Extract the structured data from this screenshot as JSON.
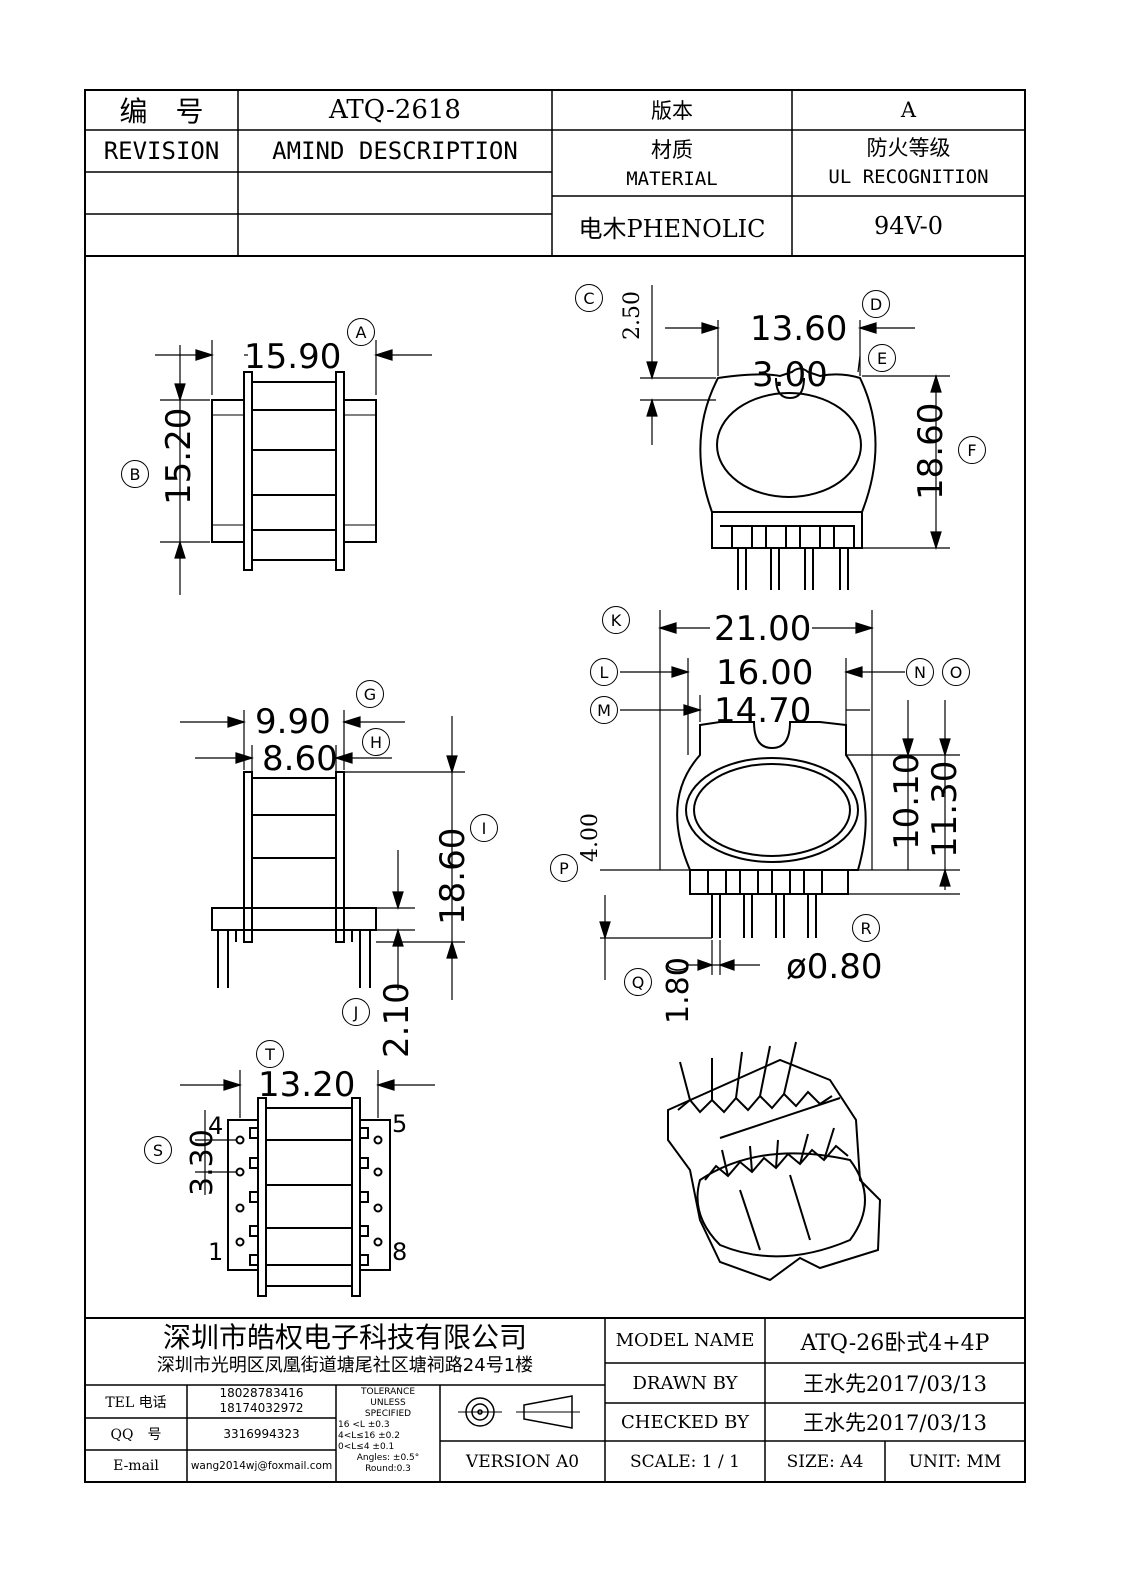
{
  "header": {
    "number_label": "编　号",
    "number_value": "ATQ-2618",
    "version_label": "版本",
    "version_value": "A",
    "revision_label": "REVISION",
    "amind_label": "AMIND DESCRIPTION",
    "material_cn": "材质",
    "material_en": "MATERIAL",
    "ul_cn": "防火等级",
    "ul_en": "UL RECOGNITION",
    "material_value": "电木PHENOLIC",
    "ul_value": "94V-0"
  },
  "dimensions": {
    "A": "15.90",
    "B": "15.20",
    "C": "2.50",
    "D": "13.60",
    "E": "3.00",
    "F": "18.60",
    "G": "9.90",
    "H": "8.60",
    "I": "18.60",
    "J": "2.10",
    "K": "21.00",
    "L": "16.00",
    "M": "14.70",
    "N_O_1": "10.10",
    "N_O_2": "11.30",
    "P": "4.00",
    "Q": "1.80",
    "R": "ø0.80",
    "S": "3.30",
    "T": "13.20"
  },
  "bubbles": [
    "A",
    "B",
    "C",
    "D",
    "E",
    "F",
    "G",
    "H",
    "I",
    "J",
    "K",
    "L",
    "M",
    "N",
    "O",
    "P",
    "Q",
    "R",
    "S",
    "T"
  ],
  "pins": {
    "p1": "1",
    "p4": "4",
    "p5": "5",
    "p8": "8"
  },
  "footer": {
    "company_name": "深圳市皓权电子科技有限公司",
    "company_address": "深圳市光明区凤凰街道塘尾社区塘祠路24号1楼",
    "tel_label": "TEL 电话",
    "tel_value_1": "18028783416",
    "tel_value_2": "18174032972",
    "qq_label": "QQ　号",
    "qq_value": "3316994323",
    "email_label": "E-mail",
    "email_value": "wang2014wj@foxmail.com",
    "tolerance": [
      "TOLERANCE",
      "UNLESS",
      "SPECIFIED",
      "16 <L        ±0.3",
      "4<L≤16     ±0.2",
      "0<L≤4       ±0.1",
      "Angles: ±0.5°",
      "Round:0.3"
    ],
    "version": "VERSION A0",
    "model_name_label": "MODEL NAME",
    "model_name_value": "ATQ-26卧式4+4P",
    "drawn_by_label": "DRAWN BY",
    "drawn_by_value": "王水先2017/03/13",
    "checked_by_label": "CHECKED BY",
    "checked_by_value": "王水先2017/03/13",
    "scale": "SCALE:  1 / 1",
    "size": "SIZE:  A4",
    "unit": "UNIT:  MM"
  }
}
